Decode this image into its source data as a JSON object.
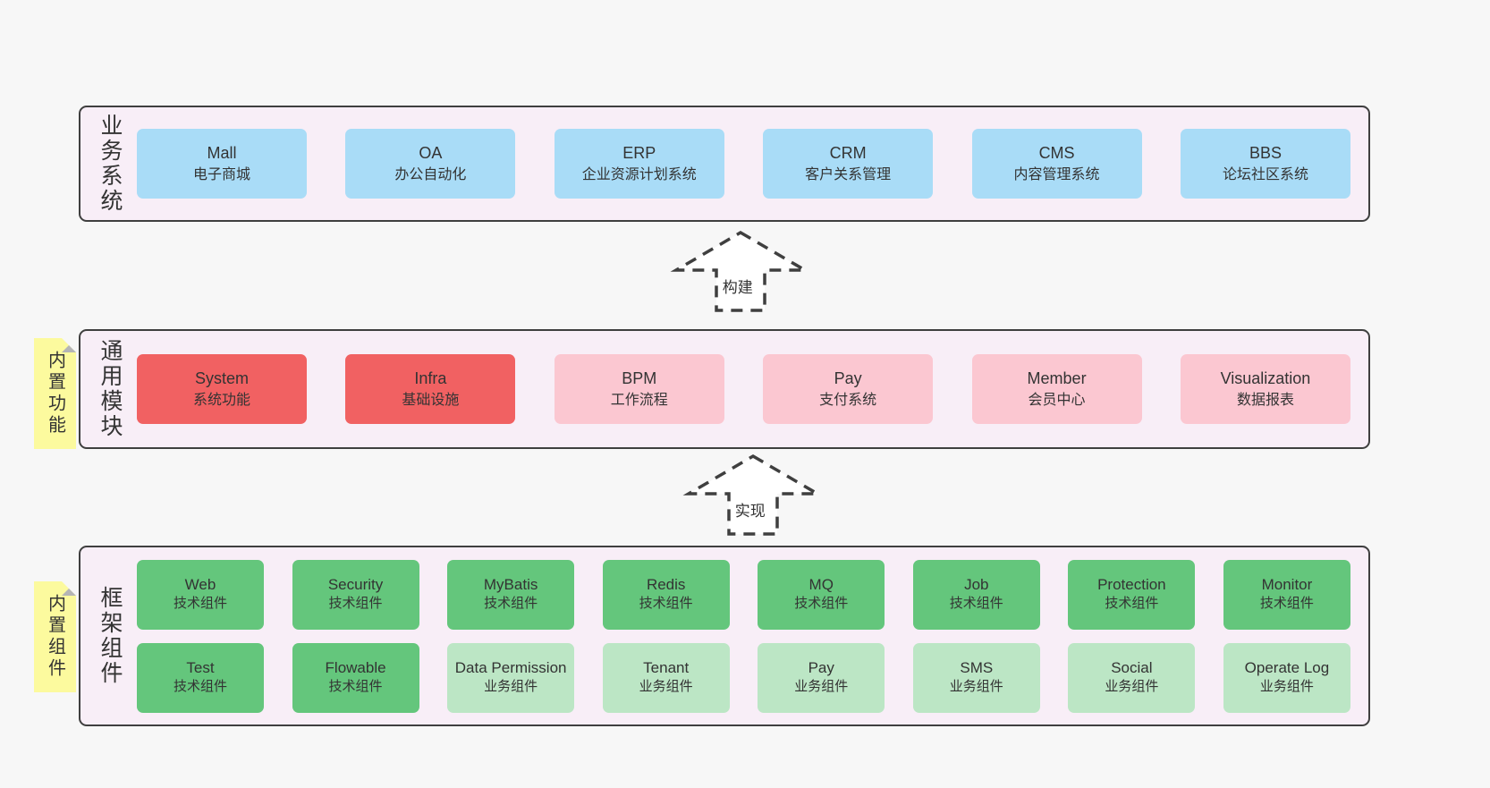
{
  "colors": {
    "page_bg": "#f7f7f7",
    "band_bg": "#f8eef7",
    "band_border": "#3f3f3f",
    "blue": "#a9dcf7",
    "red": "#f16162",
    "pink": "#fbc7d1",
    "green": "#64c67c",
    "lightgreen": "#bce6c5",
    "sticky_yellow": "#fcfa9e",
    "text": "#333333"
  },
  "arrows": [
    {
      "label": "构建"
    },
    {
      "label": "实现"
    }
  ],
  "bands": [
    {
      "id": "business",
      "label": "业务系统",
      "boxes": [
        {
          "en": "Mall",
          "zh": "电子商城",
          "variant": "blue"
        },
        {
          "en": "OA",
          "zh": "办公自动化",
          "variant": "blue"
        },
        {
          "en": "ERP",
          "zh": "企业资源计划系统",
          "variant": "blue"
        },
        {
          "en": "CRM",
          "zh": "客户关系管理",
          "variant": "blue"
        },
        {
          "en": "CMS",
          "zh": "内容管理系统",
          "variant": "blue"
        },
        {
          "en": "BBS",
          "zh": "论坛社区系统",
          "variant": "blue"
        }
      ]
    },
    {
      "id": "modules",
      "label": "通用模块",
      "sticky": "内置功能",
      "boxes": [
        {
          "en": "System",
          "zh": "系统功能",
          "variant": "red"
        },
        {
          "en": "Infra",
          "zh": "基础设施",
          "variant": "red"
        },
        {
          "en": "BPM",
          "zh": "工作流程",
          "variant": "pink"
        },
        {
          "en": "Pay",
          "zh": "支付系统",
          "variant": "pink"
        },
        {
          "en": "Member",
          "zh": "会员中心",
          "variant": "pink"
        },
        {
          "en": "Visualization",
          "zh": "数据报表",
          "variant": "pink"
        }
      ]
    },
    {
      "id": "framework",
      "label": "框架组件",
      "sticky": "内置组件",
      "rows": [
        [
          {
            "en": "Web",
            "zh": "技术组件",
            "variant": "green"
          },
          {
            "en": "Security",
            "zh": "技术组件",
            "variant": "green"
          },
          {
            "en": "MyBatis",
            "zh": "技术组件",
            "variant": "green"
          },
          {
            "en": "Redis",
            "zh": "技术组件",
            "variant": "green"
          },
          {
            "en": "MQ",
            "zh": "技术组件",
            "variant": "green"
          },
          {
            "en": "Job",
            "zh": "技术组件",
            "variant": "green"
          },
          {
            "en": "Protection",
            "zh": "技术组件",
            "variant": "green"
          },
          {
            "en": "Monitor",
            "zh": "技术组件",
            "variant": "green"
          }
        ],
        [
          {
            "en": "Test",
            "zh": "技术组件",
            "variant": "green"
          },
          {
            "en": "Flowable",
            "zh": "技术组件",
            "variant": "green"
          },
          {
            "en": "Data Permission",
            "zh": "业务组件",
            "variant": "lightgreen"
          },
          {
            "en": "Tenant",
            "zh": "业务组件",
            "variant": "lightgreen"
          },
          {
            "en": "Pay",
            "zh": "业务组件",
            "variant": "lightgreen"
          },
          {
            "en": "SMS",
            "zh": "业务组件",
            "variant": "lightgreen"
          },
          {
            "en": "Social",
            "zh": "业务组件",
            "variant": "lightgreen"
          },
          {
            "en": "Operate Log",
            "zh": "业务组件",
            "variant": "lightgreen"
          }
        ]
      ]
    }
  ]
}
